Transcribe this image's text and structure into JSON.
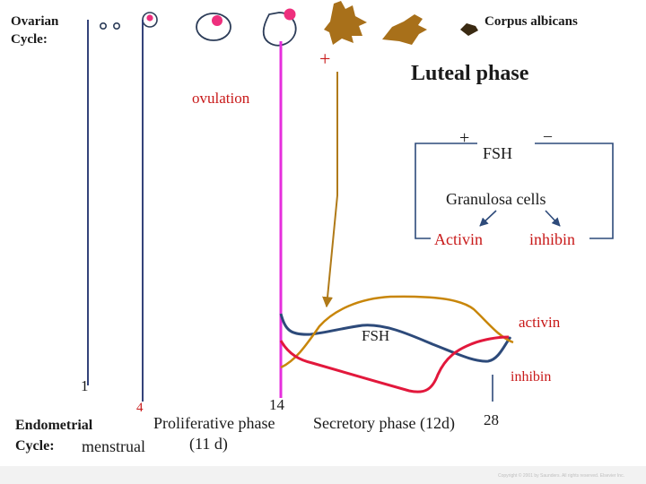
{
  "colors": {
    "menstrual_line": "#34437a",
    "ovulation_line": "#e62fdc",
    "luteal_arrow": "#b07a18",
    "fsh_curve": "#2d4a7a",
    "activin_curve": "#c8860a",
    "inhibin_curve": "#e2183c",
    "follicle_dot": "#ee2f7d",
    "follicle_outline": "#2c3c58",
    "corpus_luteum": "#a8701a",
    "corpus_albicans": "#3a2a12",
    "red_text": "#c81919",
    "text": "#1a1a1a"
  },
  "ovarian_cycle": {
    "label_line1": "Ovarian",
    "label_line2": "Cycle:",
    "corpus_albicans": "Corpus albicans",
    "luteal_phase": "Luteal phase",
    "ovulation": "ovulation",
    "plus_sign": "+"
  },
  "feedback": {
    "plus_sign": "+",
    "fsh": "FSH",
    "minus_sign": "–",
    "granulosa_cells": "Granulosa cells",
    "activin": "Activin",
    "inhibin": "inhibin"
  },
  "hormone_curves": {
    "fsh_label": "FSH",
    "activin_label": "activin",
    "inhibin_label": "inhibin"
  },
  "endometrial_cycle": {
    "label_line1": "Endometrial",
    "label_line2": "Cycle:",
    "day_1": "1",
    "day_4": "4",
    "day_14": "14",
    "day_28": "28",
    "menstrual": "menstrual",
    "proliferative_phase": "Proliferative phase",
    "proliferative_duration": "(11 d)",
    "secretory_phase": "Secretory phase (12d)"
  },
  "copyright": "Copyright © 2001 by Saunders. All rights reserved. Elsevier Inc."
}
